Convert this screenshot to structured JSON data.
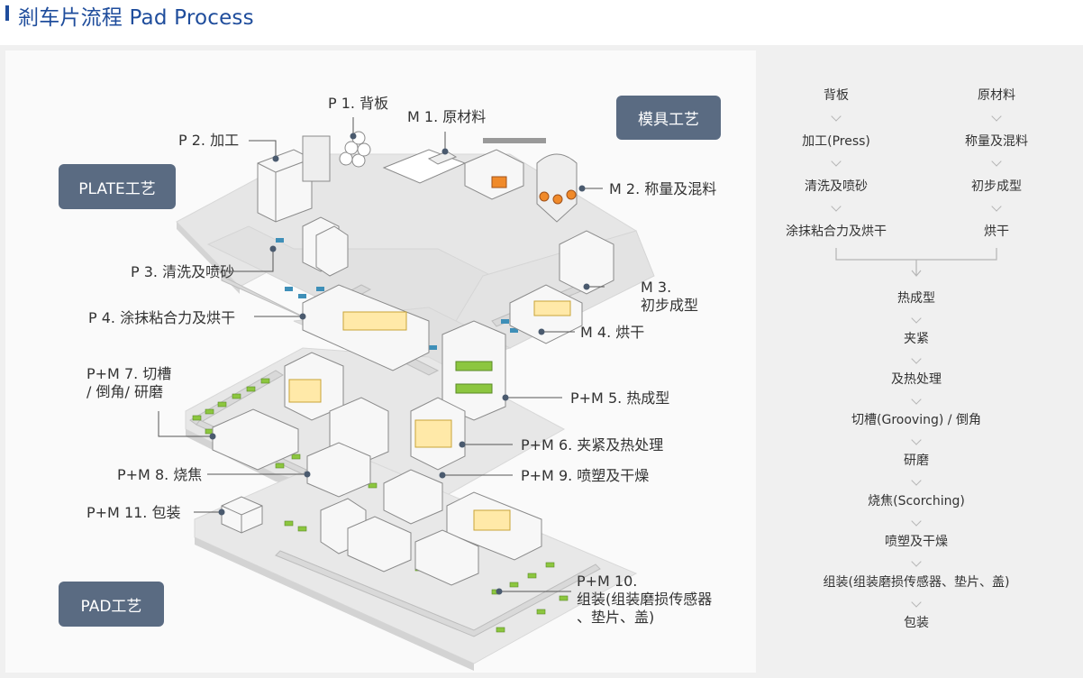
{
  "header": {
    "title": "剎车片流程 Pad Process"
  },
  "badges": {
    "plate": "PLATE工艺",
    "mold": "模具工艺",
    "pad": "PAD工艺"
  },
  "labels": {
    "p1": "P 1. 背板",
    "m1": "M 1. 原材料",
    "p2": "P 2. 加工",
    "m2": "M 2. 称量及混料",
    "p3": "P 3. 清洗及喷砂",
    "m3_line1": "M 3.",
    "m3_line2": "初步成型",
    "p4": "P 4. 涂抹粘合力及烘干",
    "m4": "M 4. 烘干",
    "pm7_line1": "P+M 7. 切槽",
    "pm7_line2": "/ 倒角/ 研磨",
    "pm5": "P+M 5. 热成型",
    "pm6": "P+M 6. 夹紧及热处理",
    "pm8": "P+M 8. 烧焦",
    "pm9": "P+M 9. 喷塑及干燥",
    "pm11": "P+M 11. 包装",
    "pm10_line1": "P+M 10.",
    "pm10_line2": "组装(组装磨损传感器",
    "pm10_line3": "、垫片、盖)"
  },
  "flow": {
    "left": [
      "背板",
      "加工(Press)",
      "清洗及喷砂",
      "涂抹粘合力及烘干"
    ],
    "right": [
      "原材料",
      "称量及混料",
      "初步成型",
      "烘干"
    ],
    "main": [
      "热成型",
      "夹紧",
      "及热处理",
      "切槽(Grooving) / 倒角",
      "研磨",
      "烧焦(Scorching)",
      "喷塑及干燥",
      "组装(组装磨损传感器、垫片、盖)",
      "包装"
    ]
  },
  "colors": {
    "accent": "#1f4d9c",
    "badge": "#5a6b82",
    "conveyor": "#3e8fb8",
    "pad": "#8cc63f"
  }
}
